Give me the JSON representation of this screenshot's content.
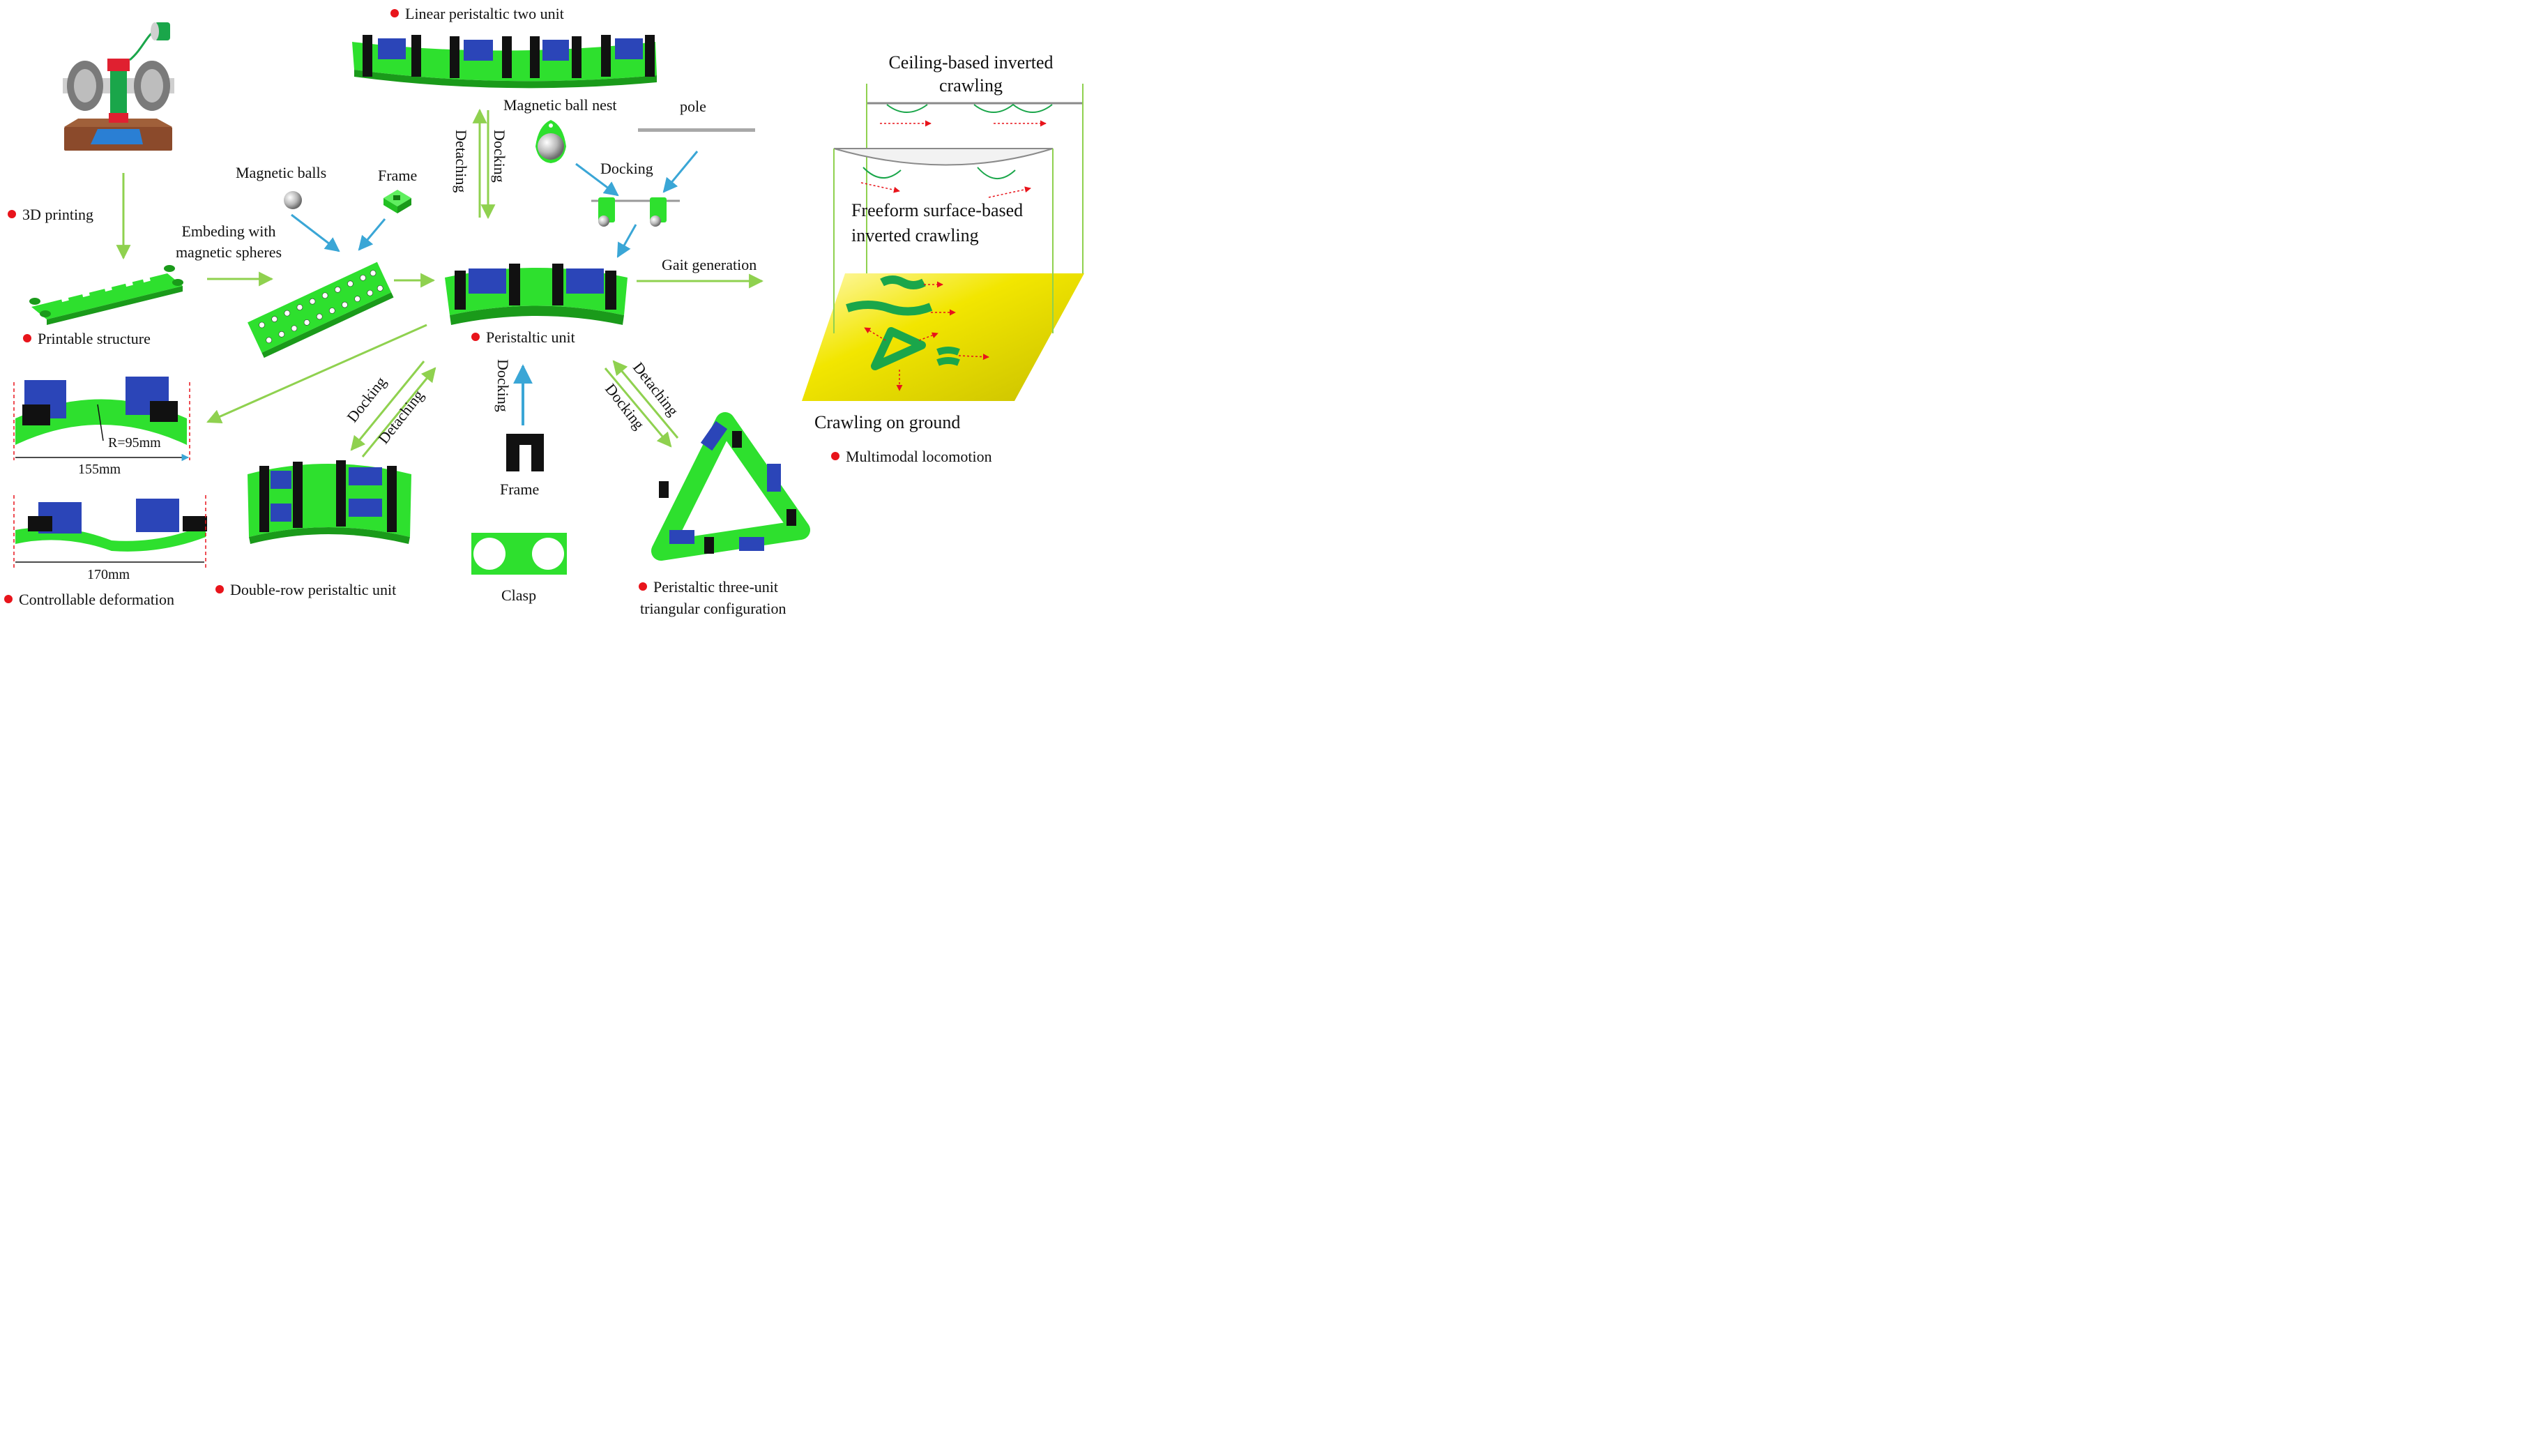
{
  "labels": {
    "linear_two_unit": "Linear peristaltic two unit",
    "magnetic_ball_nest": "Magnetic ball nest",
    "pole": "pole",
    "docking": "Docking",
    "detaching": "Detaching",
    "magnetic_balls": "Magnetic balls",
    "frame": "Frame",
    "printing_3d": "3D printing",
    "embedding": "Embeding with",
    "embedding_2": "magnetic spheres",
    "gait_generation": "Gait generation",
    "printable_structure": "Printable structure",
    "peristaltic_unit": "Peristaltic unit",
    "radius": "R=95mm",
    "dim_155": "155mm",
    "dim_170": "170mm",
    "controllable_deformation": "Controllable deformation",
    "double_row": "Double-row peristaltic unit",
    "clasp": "Clasp",
    "three_unit_1": "Peristaltic three-unit",
    "three_unit_2": "triangular configuration",
    "ceiling_1": "Ceiling-based inverted",
    "ceiling_2": "crawling",
    "freeform_1": "Freeform surface-based",
    "freeform_2": "inverted crawling",
    "ground": "Crawling on ground",
    "multimodal": "Multimodal locomotion"
  },
  "colors": {
    "green": "#2ee02e",
    "dark_green": "#1a9a1a",
    "arrow_green": "#8fd14f",
    "arrow_blue": "#3aa6d6",
    "servo_blue": "#2b45b8",
    "red": "#e8141b",
    "ground_yellow": "#f2e600"
  }
}
